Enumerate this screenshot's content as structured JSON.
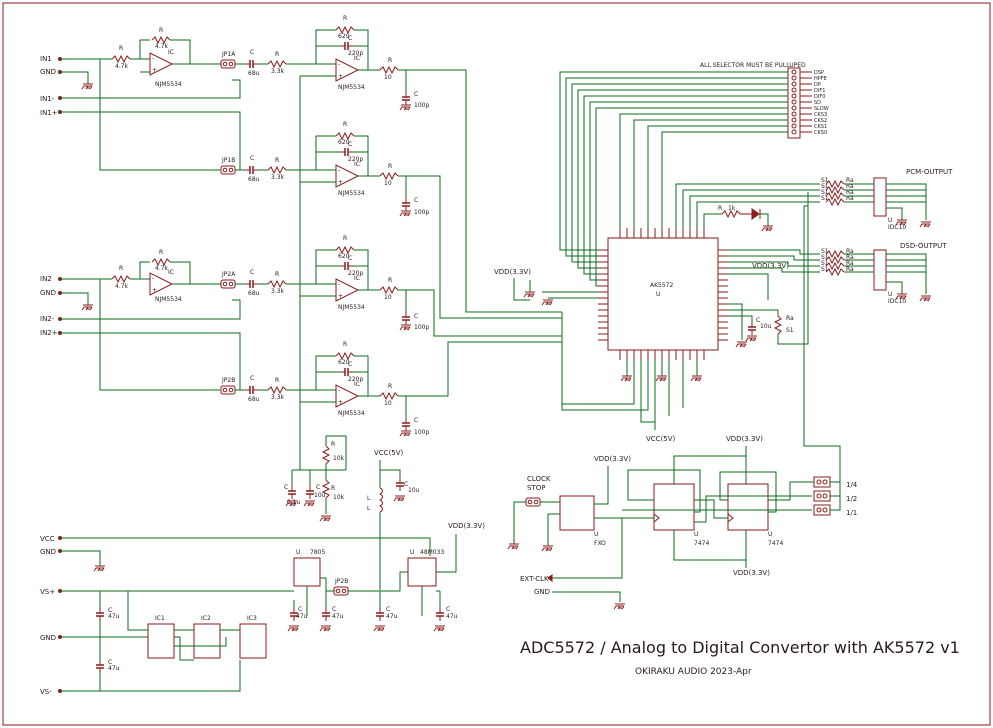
{
  "title": "ADC5572 / Analog to Digital Convertor with AK5572 v1",
  "subtitle": "OKIRAKU AUDIO 2023-Apr",
  "inputs": {
    "in1": "IN1",
    "gnd1": "GND",
    "in1m": "IN1-",
    "in1p": "IN1+",
    "in2": "IN2",
    "gnd2": "GND",
    "in2m": "IN2-",
    "in2p": "IN2+"
  },
  "parts": {
    "r": "R",
    "c": "C",
    "ic": "IC",
    "u": "U",
    "opamp": "NJM5534",
    "v47k": "4.7k",
    "v33k": "3.3k",
    "v620": "620",
    "v220p": "220p",
    "v10": "10",
    "v100p": "100p",
    "v68u": "68u",
    "v10k": "10k",
    "v01u": "0.1u",
    "v10u": "10u",
    "v47u": "47u",
    "v1k": "1k",
    "l": "L",
    "ra": "Ra",
    "s1": "S1",
    "jp1a": "JP1A",
    "jp1b": "JP1B",
    "jp2a": "JP2A",
    "jp2b": "JP2B",
    "jp2b2": "JP2B",
    "ic1": "IC1",
    "ic2": "IC2",
    "ic3": "IC3",
    "reg5": "7805",
    "reg33": "48M033",
    "adc": "AK5572",
    "fxo": "FXO",
    "ff": "7474",
    "idc10": "IDC10"
  },
  "power": {
    "vcc5": "VCC(5V)",
    "vdd33": "VDD(3.3V)",
    "vcc": "VCC",
    "gnd": "GND",
    "vsp": "VS+",
    "vsm": "VS-"
  },
  "selector": {
    "note": "ALL SELECTOR MUST BE PULLUPED",
    "pins": [
      "DSP",
      "HPFE",
      "DP",
      "DIF1",
      "DIF0",
      "SD",
      "SLOW",
      "CKS3",
      "CKS2",
      "CKS1",
      "CKS0"
    ]
  },
  "outputs": {
    "pcm": "PCM-OUTPUT",
    "dsd": "DSD-OUTPUT"
  },
  "clock": {
    "stop": "CLOCK",
    "stop2": "STOP",
    "ext": "EXT-CLK",
    "gnd": "GND",
    "div": [
      "1/4",
      "1/2",
      "1/1"
    ]
  }
}
